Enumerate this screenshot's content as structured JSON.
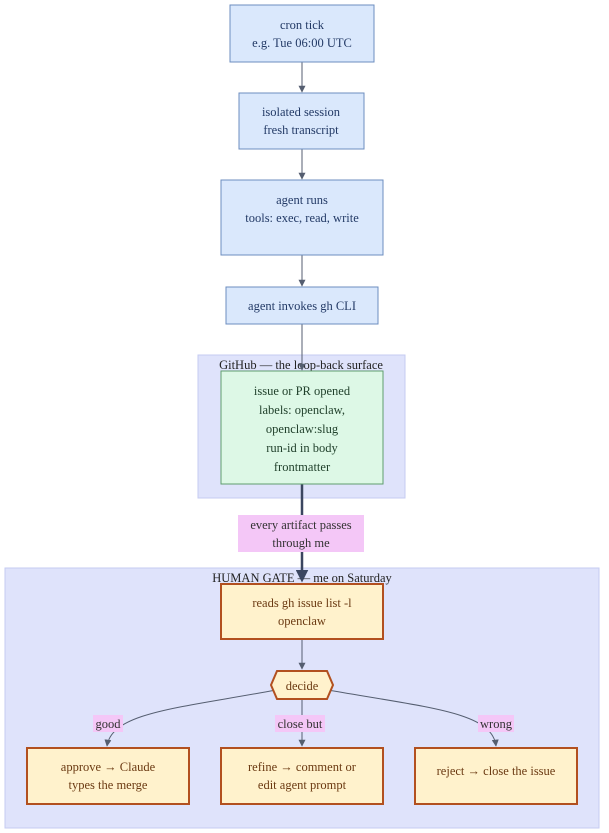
{
  "nodes": {
    "cron_tick": [
      "cron tick",
      "e.g. Tue 06:00 UTC"
    ],
    "isolated_session": [
      "isolated session",
      "fresh transcript"
    ],
    "agent_runs": [
      "agent runs",
      "tools: exec, read, write"
    ],
    "agent_invokes": [
      "agent invokes gh CLI"
    ],
    "issue_pr": [
      "issue or PR opened",
      "labels: openclaw,",
      "openclaw:slug",
      "run-id in body",
      "frontmatter"
    ],
    "reads_list": [
      "reads gh issue list -l",
      "openclaw"
    ],
    "decide": [
      "decide"
    ],
    "approve": [
      "approve → Claude",
      "types the merge"
    ],
    "refine": [
      "refine → comment or",
      "edit agent prompt"
    ],
    "reject": [
      "reject → close the issue"
    ]
  },
  "clusters": {
    "github": "GitHub — the loop-back surface",
    "human_gate": "HUMAN GATE — me on Saturday"
  },
  "edge_labels": {
    "artifact": [
      "every artifact passes",
      "through me"
    ],
    "good": "good",
    "close_but": "close but",
    "wrong": "wrong"
  },
  "colors": {
    "blue_fill": "#dae8fc",
    "green_fill": "#ddf8e6",
    "yellow_fill": "#fff2cc",
    "cluster_fill": "#dfe3fb",
    "label_fill": "#f4c7f7"
  }
}
